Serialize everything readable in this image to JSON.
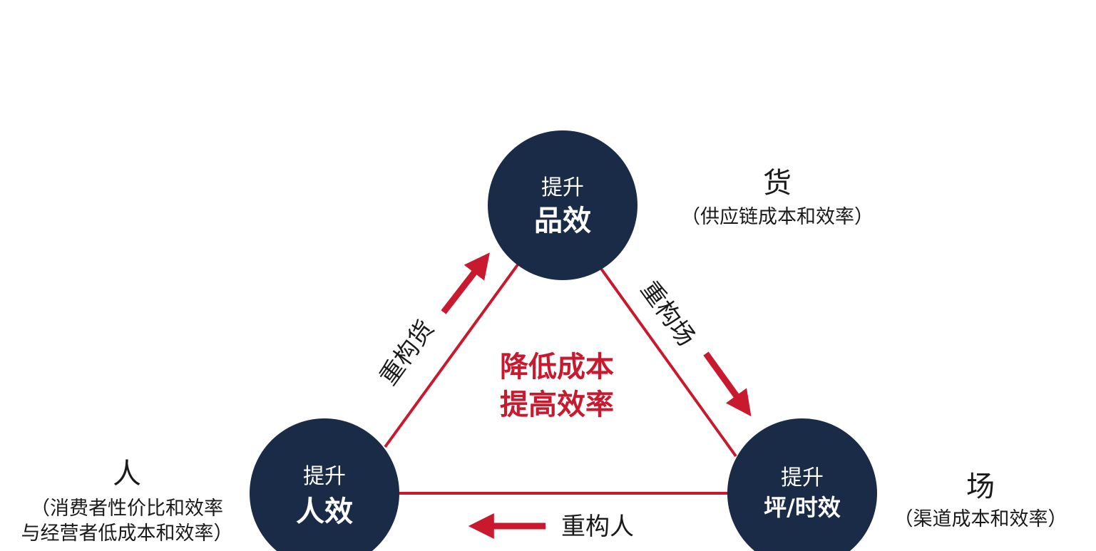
{
  "nodes": {
    "top": {
      "line1": "提升",
      "line2": "品效"
    },
    "left": {
      "line1": "提升",
      "line2": "人效"
    },
    "right": {
      "line1": "提升",
      "line2": "坪/时效"
    }
  },
  "center": {
    "line1": "降低成本",
    "line2": "提高效率"
  },
  "edges": {
    "left": "重构货",
    "right": "重构场",
    "bottom": "重构人"
  },
  "sides": {
    "goods": {
      "title": "货",
      "subtitle": "（供应链成本和效率）"
    },
    "people": {
      "title": "人",
      "subtitle_line1": "（消费者性价比和效率",
      "subtitle_line2": "与经营者低成本和效率）"
    },
    "place": {
      "title": "场",
      "subtitle": "（渠道成本和效率）"
    }
  },
  "colors": {
    "node_fill": "#1a2b47",
    "accent_red": "#c8192e",
    "text_dark": "#1a1a1a"
  }
}
